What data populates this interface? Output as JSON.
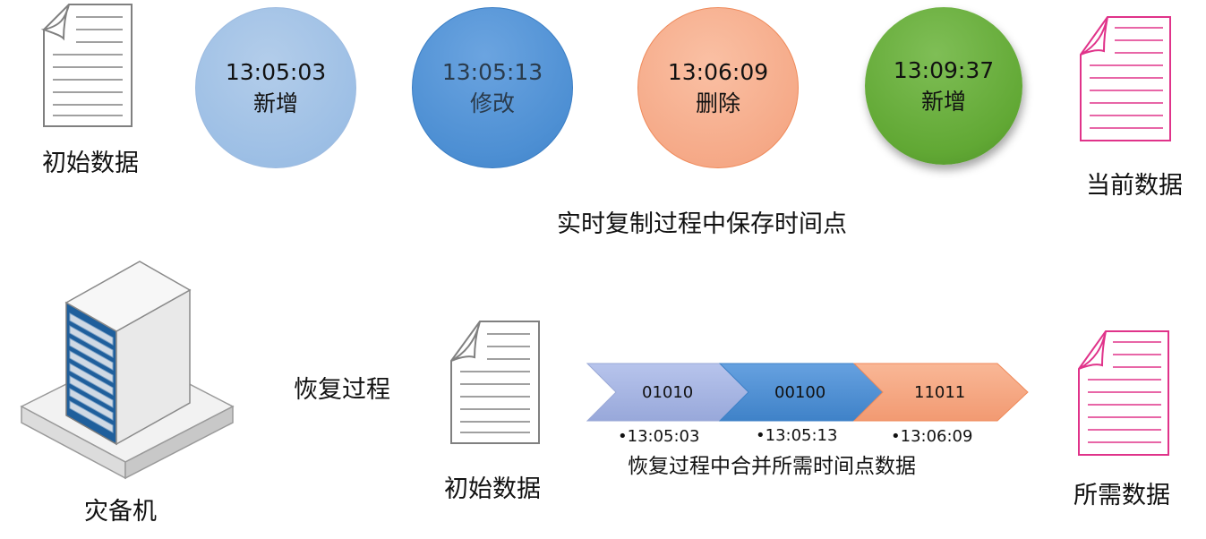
{
  "top": {
    "initial_label": "初始数据",
    "current_label": "当前数据",
    "events": [
      {
        "time": "13:05:03",
        "action": "新增"
      },
      {
        "time": "13:05:13",
        "action": "修改"
      },
      {
        "time": "13:06:09",
        "action": "删除"
      },
      {
        "time": "13:09:37",
        "action": "新增"
      }
    ],
    "caption": "实时复制过程中保存时间点"
  },
  "bottom": {
    "server_label": "灾备机",
    "process_label": "恢复过程",
    "initial_label": "初始数据",
    "target_label": "所需数据",
    "segments": [
      {
        "code": "01010",
        "time": "•13:05:03"
      },
      {
        "code": "00100",
        "time": "•13:05:13"
      },
      {
        "code": "11011",
        "time": "•13:06:09"
      }
    ],
    "caption": "恢复过程中合并所需时间点数据"
  },
  "colors": {
    "doc_gray": "#808080",
    "doc_pink": "#e0338a",
    "seg1": "#a8b6e2",
    "seg2": "#4d8fd3",
    "seg3": "#f5a27c"
  }
}
